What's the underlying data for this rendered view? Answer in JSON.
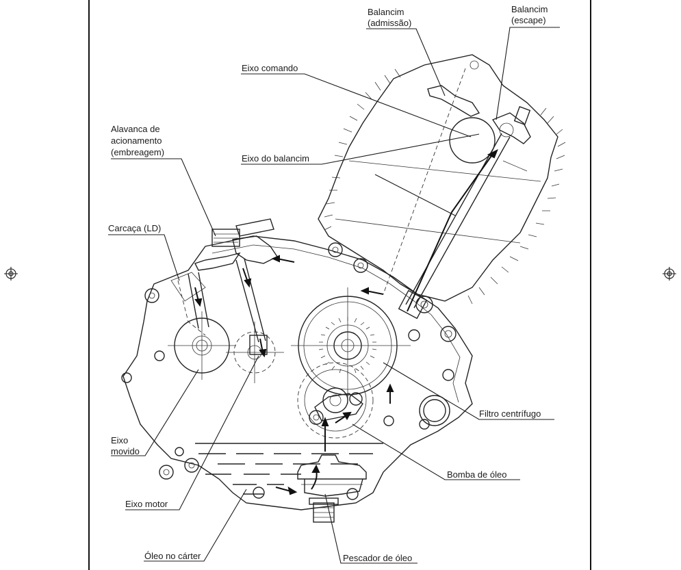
{
  "labels": {
    "balancim_admissao_l1": "Balancim",
    "balancim_admissao_l2": "(admissão)",
    "balancim_escape_l1": "Balancim",
    "balancim_escape_l2": "(escape)",
    "eixo_comando": "Eixo comando",
    "alavanca_l1": "Alavanca de",
    "alavanca_l2": "acionamento",
    "alavanca_l3": "(embreagem)",
    "eixo_balancim": "Eixo do balancim",
    "carcaca": "Carcaça (LD)",
    "eixo_movido_l1": "Eixo",
    "eixo_movido_l2": "movido",
    "filtro": "Filtro centrífugo",
    "bomba": "Bomba de óleo",
    "eixo_motor": "Eixo motor",
    "oleo_carter": "Óleo no cárter",
    "pescador": "Pescador de óleo"
  }
}
